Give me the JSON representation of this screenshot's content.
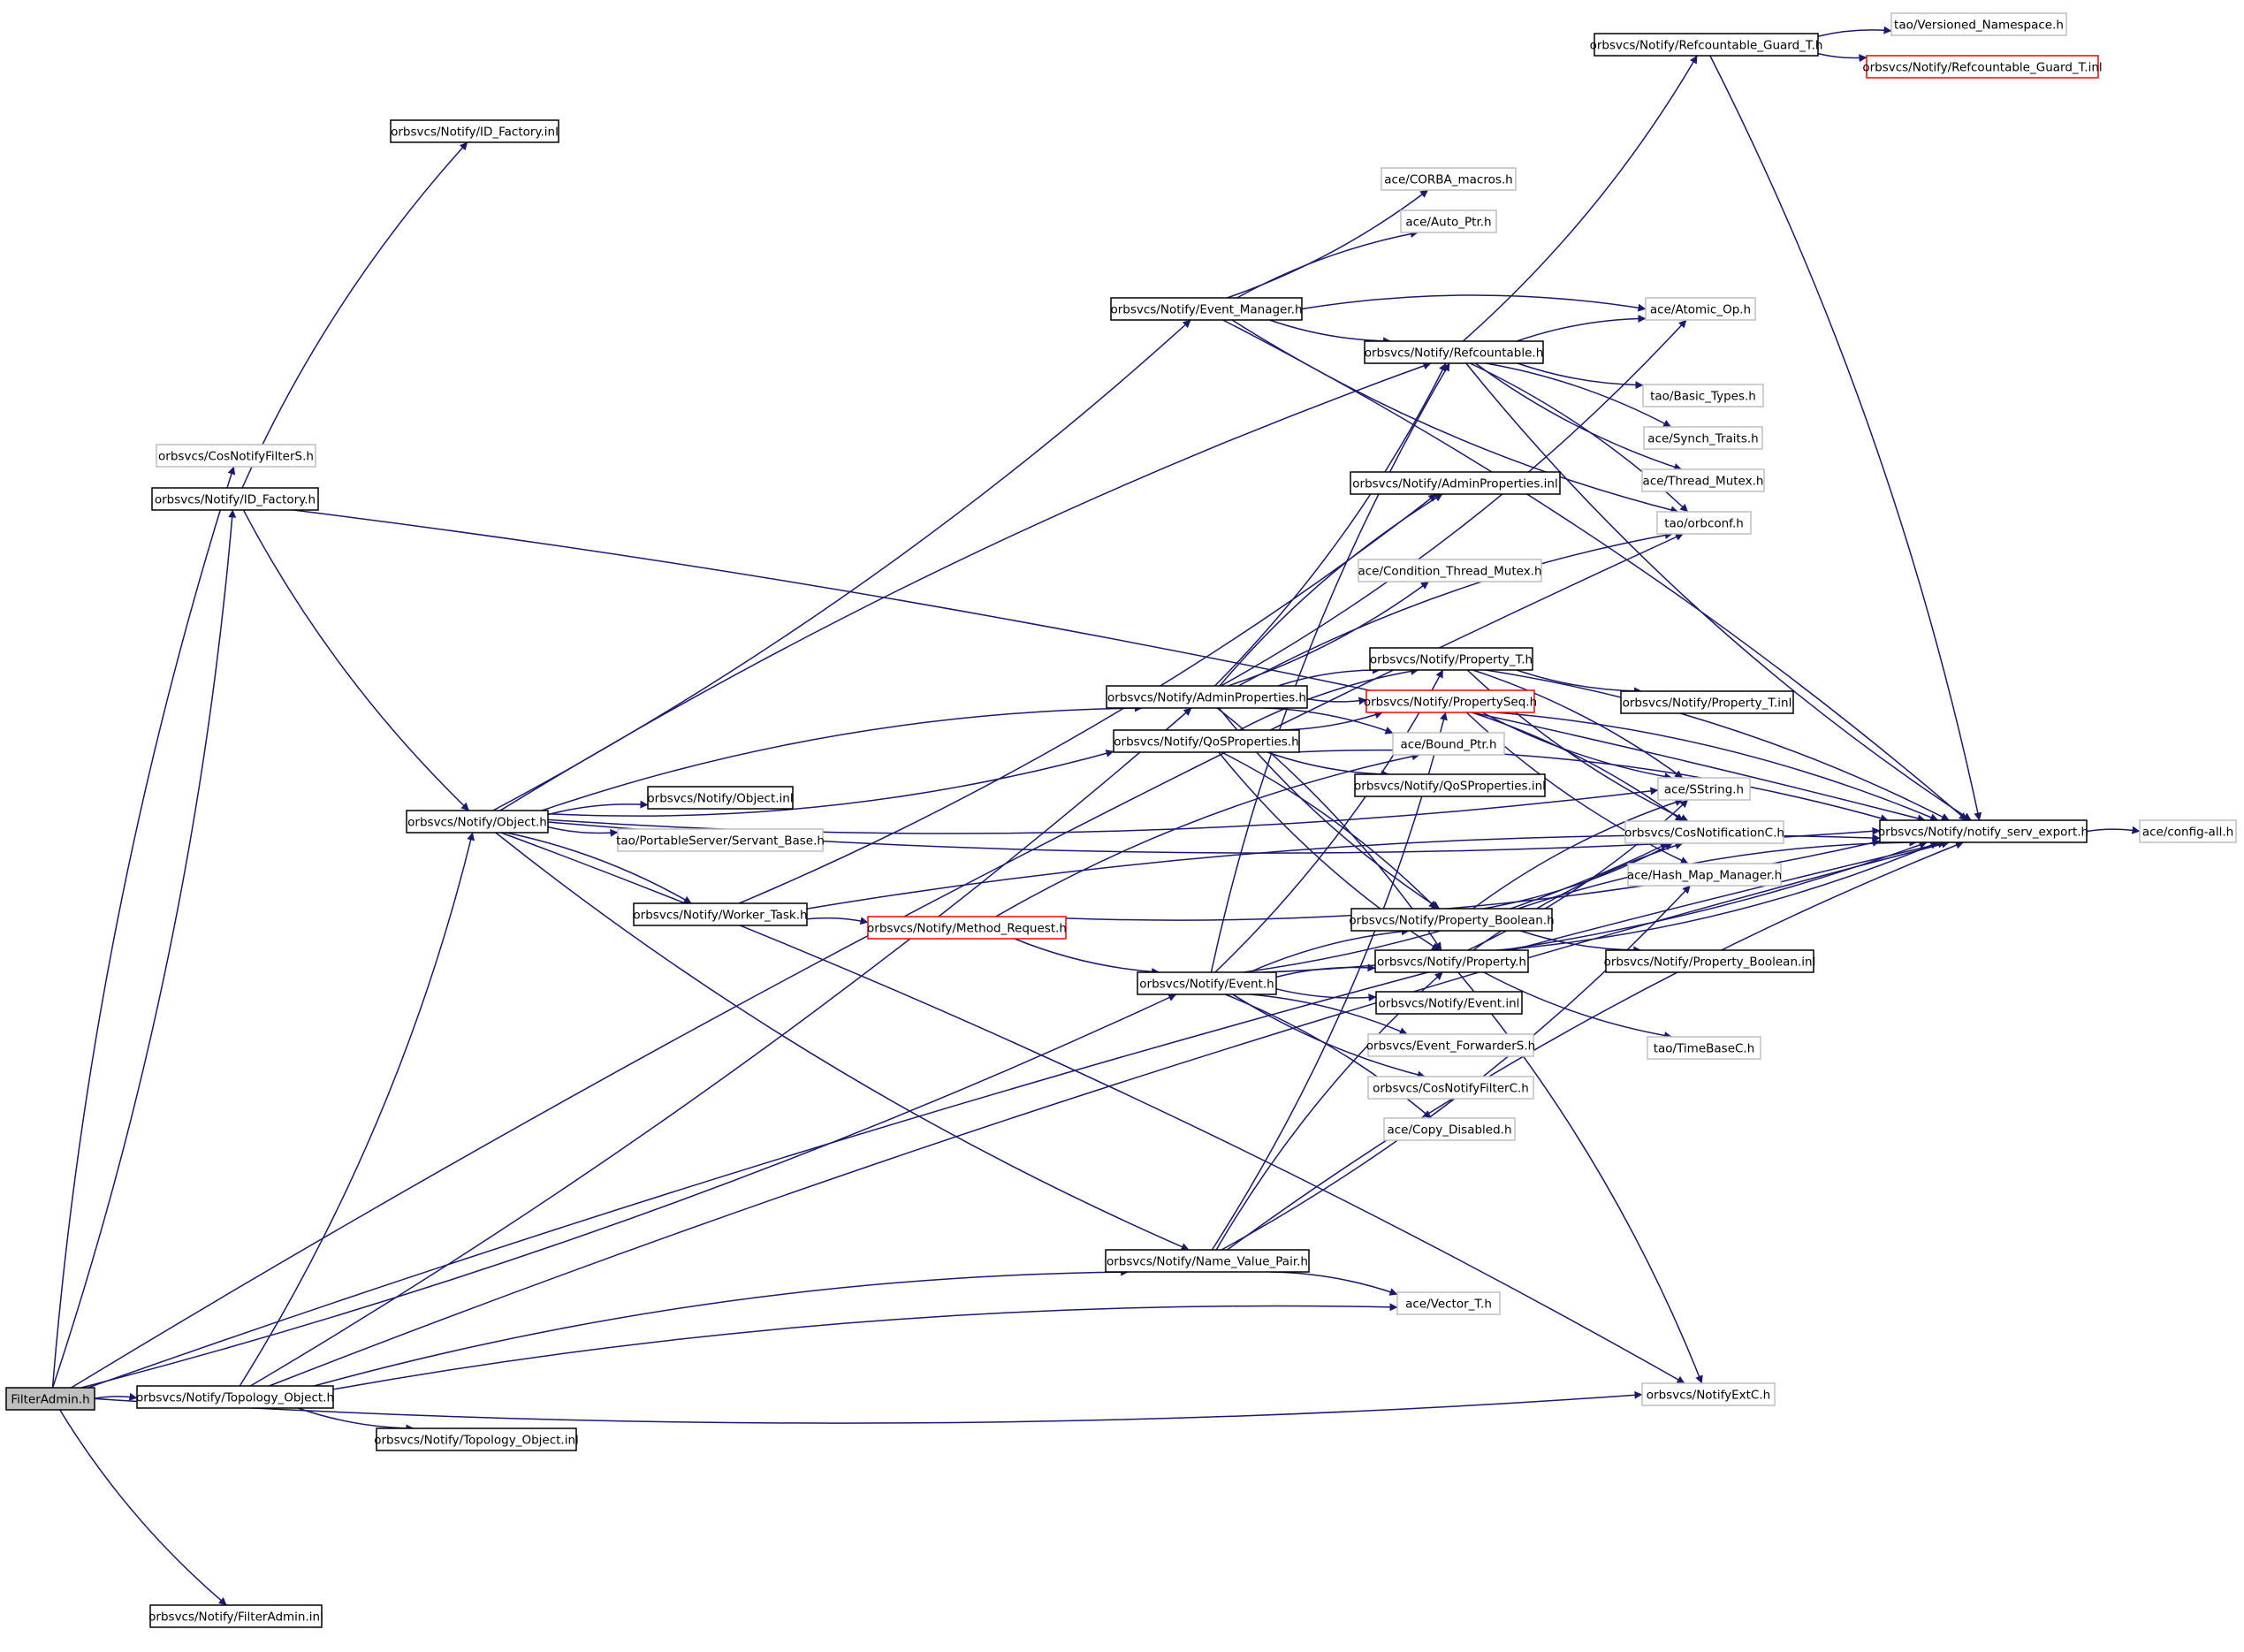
{
  "colors": {
    "edge": "#191970",
    "border_normal": "#000000",
    "border_external": "#bfbfbf",
    "border_truncated": "#ff0000",
    "root_fill": "#bfbfbf",
    "node_fill": "#ffffff",
    "text": "#000000"
  },
  "nodes": [
    {
      "id": "filteradmin_h",
      "label": "FilterAdmin.h",
      "kind": "root"
    },
    {
      "id": "filteradmin_inl",
      "label": "orbsvcs/Notify/FilterAdmin.inl",
      "kind": "normal"
    },
    {
      "id": "cosnotifyfilters",
      "label": "orbsvcs/CosNotifyFilterS.h",
      "kind": "external"
    },
    {
      "id": "id_factory_h",
      "label": "orbsvcs/Notify/ID_Factory.h",
      "kind": "normal"
    },
    {
      "id": "id_factory_inl",
      "label": "orbsvcs/Notify/ID_Factory.inl",
      "kind": "normal"
    },
    {
      "id": "topology_object_h",
      "label": "orbsvcs/Notify/Topology_Object.h",
      "kind": "normal"
    },
    {
      "id": "topology_object_inl",
      "label": "orbsvcs/Notify/Topology_Object.inl",
      "kind": "normal"
    },
    {
      "id": "object_h",
      "label": "orbsvcs/Notify/Object.h",
      "kind": "normal"
    },
    {
      "id": "object_inl",
      "label": "orbsvcs/Notify/Object.inl",
      "kind": "normal"
    },
    {
      "id": "servant_base",
      "label": "tao/PortableServer/Servant_Base.h",
      "kind": "external"
    },
    {
      "id": "worker_task",
      "label": "orbsvcs/Notify/Worker_Task.h",
      "kind": "normal"
    },
    {
      "id": "method_request",
      "label": "orbsvcs/Notify/Method_Request.h",
      "kind": "truncated"
    },
    {
      "id": "event_h",
      "label": "orbsvcs/Notify/Event.h",
      "kind": "normal"
    },
    {
      "id": "name_value_pair",
      "label": "orbsvcs/Notify/Name_Value_Pair.h",
      "kind": "normal"
    },
    {
      "id": "event_manager",
      "label": "orbsvcs/Notify/Event_Manager.h",
      "kind": "normal"
    },
    {
      "id": "admin_properties_h",
      "label": "orbsvcs/Notify/AdminProperties.h",
      "kind": "normal"
    },
    {
      "id": "qos_properties_h",
      "label": "orbsvcs/Notify/QoSProperties.h",
      "kind": "normal"
    },
    {
      "id": "corba_macros",
      "label": "ace/CORBA_macros.h",
      "kind": "external"
    },
    {
      "id": "auto_ptr",
      "label": "ace/Auto_Ptr.h",
      "kind": "external"
    },
    {
      "id": "refcountable_h",
      "label": "orbsvcs/Notify/Refcountable.h",
      "kind": "normal"
    },
    {
      "id": "admin_properties_inl",
      "label": "orbsvcs/Notify/AdminProperties.inl",
      "kind": "normal"
    },
    {
      "id": "condition_thread_mutex",
      "label": "ace/Condition_Thread_Mutex.h",
      "kind": "external"
    },
    {
      "id": "property_t_h",
      "label": "orbsvcs/Notify/Property_T.h",
      "kind": "normal"
    },
    {
      "id": "property_seq_h",
      "label": "orbsvcs/Notify/PropertySeq.h",
      "kind": "truncated"
    },
    {
      "id": "bound_ptr",
      "label": "ace/Bound_Ptr.h",
      "kind": "external"
    },
    {
      "id": "qos_properties_inl",
      "label": "orbsvcs/Notify/QoSProperties.inl",
      "kind": "normal"
    },
    {
      "id": "property_boolean_h",
      "label": "orbsvcs/Notify/Property_Boolean.h",
      "kind": "normal"
    },
    {
      "id": "property_h",
      "label": "orbsvcs/Notify/Property.h",
      "kind": "normal"
    },
    {
      "id": "event_inl",
      "label": "orbsvcs/Notify/Event.inl",
      "kind": "normal"
    },
    {
      "id": "event_forwarders",
      "label": "orbsvcs/Event_ForwarderS.h",
      "kind": "external"
    },
    {
      "id": "cosnotifyfilterc",
      "label": "orbsvcs/CosNotifyFilterC.h",
      "kind": "external"
    },
    {
      "id": "copy_disabled",
      "label": "ace/Copy_Disabled.h",
      "kind": "external"
    },
    {
      "id": "vector_t",
      "label": "ace/Vector_T.h",
      "kind": "external"
    },
    {
      "id": "refcountable_guard_t_h",
      "label": "orbsvcs/Notify/Refcountable_Guard_T.h",
      "kind": "normal"
    },
    {
      "id": "versioned_namespace",
      "label": "tao/Versioned_Namespace.h",
      "kind": "external"
    },
    {
      "id": "refcountable_guard_t_inl",
      "label": "orbsvcs/Notify/Refcountable_Guard_T.inl",
      "kind": "truncated"
    },
    {
      "id": "atomic_op",
      "label": "ace/Atomic_Op.h",
      "kind": "external"
    },
    {
      "id": "basic_types",
      "label": "tao/Basic_Types.h",
      "kind": "external"
    },
    {
      "id": "synch_traits",
      "label": "ace/Synch_Traits.h",
      "kind": "external"
    },
    {
      "id": "thread_mutex",
      "label": "ace/Thread_Mutex.h",
      "kind": "external"
    },
    {
      "id": "orbconf",
      "label": "tao/orbconf.h",
      "kind": "external"
    },
    {
      "id": "property_t_inl",
      "label": "orbsvcs/Notify/Property_T.inl",
      "kind": "normal"
    },
    {
      "id": "sstring",
      "label": "ace/SString.h",
      "kind": "external"
    },
    {
      "id": "cosnotificationc",
      "label": "orbsvcs/CosNotificationC.h",
      "kind": "external"
    },
    {
      "id": "hash_map_manager",
      "label": "ace/Hash_Map_Manager.h",
      "kind": "external"
    },
    {
      "id": "property_boolean_inl",
      "label": "orbsvcs/Notify/Property_Boolean.inl",
      "kind": "normal"
    },
    {
      "id": "timebasec",
      "label": "tao/TimeBaseC.h",
      "kind": "external"
    },
    {
      "id": "notifyextc",
      "label": "orbsvcs/NotifyExtC.h",
      "kind": "external"
    },
    {
      "id": "notify_serv_export",
      "label": "orbsvcs/Notify/notify_serv_export.h",
      "kind": "normal"
    },
    {
      "id": "config_all",
      "label": "ace/config-all.h",
      "kind": "external"
    }
  ],
  "edges": [
    [
      "filteradmin_h",
      "cosnotifyfilters"
    ],
    [
      "filteradmin_h",
      "id_factory_h"
    ],
    [
      "filteradmin_h",
      "topology_object_h"
    ],
    [
      "filteradmin_h",
      "event_h"
    ],
    [
      "filteradmin_h",
      "orbconf"
    ],
    [
      "filteradmin_h",
      "notifyextc"
    ],
    [
      "filteradmin_h",
      "notify_serv_export"
    ],
    [
      "filteradmin_h",
      "filteradmin_inl"
    ],
    [
      "id_factory_h",
      "id_factory_inl"
    ],
    [
      "id_factory_h",
      "object_h"
    ],
    [
      "id_factory_h",
      "notify_serv_export"
    ],
    [
      "topology_object_h",
      "object_h"
    ],
    [
      "topology_object_h",
      "name_value_pair"
    ],
    [
      "topology_object_h",
      "admin_properties_h"
    ],
    [
      "topology_object_h",
      "vector_t"
    ],
    [
      "topology_object_h",
      "topology_object_inl"
    ],
    [
      "topology_object_h",
      "notify_serv_export"
    ],
    [
      "object_h",
      "event_manager"
    ],
    [
      "object_h",
      "admin_properties_h"
    ],
    [
      "object_h",
      "qos_properties_h"
    ],
    [
      "object_h",
      "refcountable_h"
    ],
    [
      "object_h",
      "sstring"
    ],
    [
      "object_h",
      "object_inl"
    ],
    [
      "object_h",
      "servant_base"
    ],
    [
      "object_h",
      "worker_task"
    ],
    [
      "object_h",
      "name_value_pair"
    ],
    [
      "object_h",
      "notifyextc"
    ],
    [
      "object_h",
      "notify_serv_export"
    ],
    [
      "worker_task",
      "method_request"
    ],
    [
      "worker_task",
      "admin_properties_inl"
    ],
    [
      "worker_task",
      "notify_serv_export"
    ],
    [
      "method_request",
      "event_h"
    ],
    [
      "method_request",
      "bound_ptr"
    ],
    [
      "method_request",
      "notify_serv_export"
    ],
    [
      "event_h",
      "property_h"
    ],
    [
      "event_h",
      "property_t_h"
    ],
    [
      "event_h",
      "property_boolean_h"
    ],
    [
      "event_h",
      "event_inl"
    ],
    [
      "event_h",
      "event_forwarders"
    ],
    [
      "event_h",
      "cosnotifyfilterc"
    ],
    [
      "event_h",
      "copy_disabled"
    ],
    [
      "event_h",
      "cosnotificationc"
    ],
    [
      "event_h",
      "refcountable_h"
    ],
    [
      "event_h",
      "notify_serv_export"
    ],
    [
      "name_value_pair",
      "property_h"
    ],
    [
      "name_value_pair",
      "property_seq_h"
    ],
    [
      "name_value_pair",
      "vector_t"
    ],
    [
      "name_value_pair",
      "hash_map_manager"
    ],
    [
      "name_value_pair",
      "notify_serv_export"
    ],
    [
      "event_manager",
      "corba_macros"
    ],
    [
      "event_manager",
      "auto_ptr"
    ],
    [
      "event_manager",
      "refcountable_h"
    ],
    [
      "event_manager",
      "atomic_op"
    ],
    [
      "event_manager",
      "orbconf"
    ],
    [
      "event_manager",
      "notify_serv_export"
    ],
    [
      "admin_properties_h",
      "refcountable_h"
    ],
    [
      "admin_properties_h",
      "admin_properties_inl"
    ],
    [
      "admin_properties_h",
      "condition_thread_mutex"
    ],
    [
      "admin_properties_h",
      "property_t_h"
    ],
    [
      "admin_properties_h",
      "property_seq_h"
    ],
    [
      "admin_properties_h",
      "bound_ptr"
    ],
    [
      "admin_properties_h",
      "property_boolean_h"
    ],
    [
      "admin_properties_h",
      "property_h"
    ],
    [
      "admin_properties_h",
      "atomic_op"
    ],
    [
      "admin_properties_h",
      "orbconf"
    ],
    [
      "qos_properties_h",
      "property_seq_h"
    ],
    [
      "qos_properties_h",
      "property_t_h"
    ],
    [
      "qos_properties_h",
      "qos_properties_inl"
    ],
    [
      "qos_properties_h",
      "property_boolean_h"
    ],
    [
      "qos_properties_h",
      "property_h"
    ],
    [
      "qos_properties_h",
      "notify_serv_export"
    ],
    [
      "refcountable_h",
      "refcountable_guard_t_h"
    ],
    [
      "refcountable_h",
      "atomic_op"
    ],
    [
      "refcountable_h",
      "basic_types"
    ],
    [
      "refcountable_h",
      "synch_traits"
    ],
    [
      "refcountable_h",
      "thread_mutex"
    ],
    [
      "refcountable_h",
      "orbconf"
    ],
    [
      "refcountable_h",
      "notify_serv_export"
    ],
    [
      "refcountable_guard_t_h",
      "versioned_namespace"
    ],
    [
      "refcountable_guard_t_h",
      "refcountable_guard_t_inl"
    ],
    [
      "refcountable_guard_t_h",
      "notify_serv_export"
    ],
    [
      "property_t_h",
      "property_t_inl"
    ],
    [
      "property_t_h",
      "sstring"
    ],
    [
      "property_t_h",
      "cosnotificationc"
    ],
    [
      "property_t_h",
      "notify_serv_export"
    ],
    [
      "property_seq_h",
      "sstring"
    ],
    [
      "property_seq_h",
      "cosnotificationc"
    ],
    [
      "property_seq_h",
      "hash_map_manager"
    ],
    [
      "property_seq_h",
      "notify_serv_export"
    ],
    [
      "property_boolean_h",
      "property_boolean_inl"
    ],
    [
      "property_boolean_h",
      "sstring"
    ],
    [
      "property_boolean_h",
      "cosnotificationc"
    ],
    [
      "property_boolean_h",
      "notify_serv_export"
    ],
    [
      "property_h",
      "sstring"
    ],
    [
      "property_h",
      "cosnotificationc"
    ],
    [
      "property_h",
      "timebasec"
    ],
    [
      "property_h",
      "notifyextc"
    ],
    [
      "property_h",
      "notify_serv_export"
    ],
    [
      "notify_serv_export",
      "config_all"
    ]
  ]
}
